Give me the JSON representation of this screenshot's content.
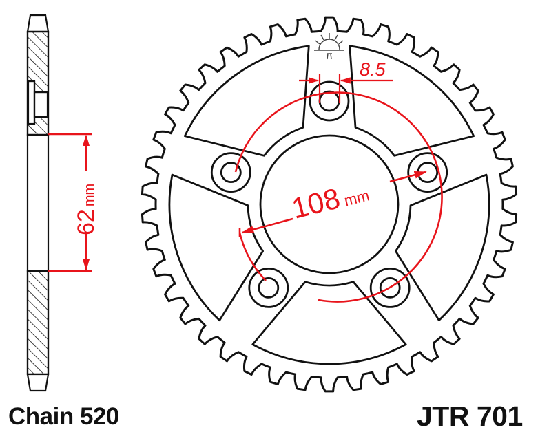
{
  "title": "Rear sprocket technical drawing",
  "labels": {
    "chain": "Chain 520",
    "part_number": "JTR 701"
  },
  "dimensions": {
    "bore": {
      "value": "62",
      "unit": "mm",
      "label": "62 mm"
    },
    "bolt_circle": {
      "value": "108",
      "unit": "mm",
      "label": "108 mm"
    },
    "bolt_hole": {
      "value": "8.5",
      "unit": "",
      "label": "8.5"
    }
  },
  "geometry": {
    "teeth": 42,
    "bolt_holes": 5,
    "lightening_holes": 5
  },
  "icons": {
    "logo": "jt-sun-logo-icon"
  },
  "colors": {
    "line": "#111111",
    "dimension": "#e8141b",
    "background": "#ffffff"
  }
}
